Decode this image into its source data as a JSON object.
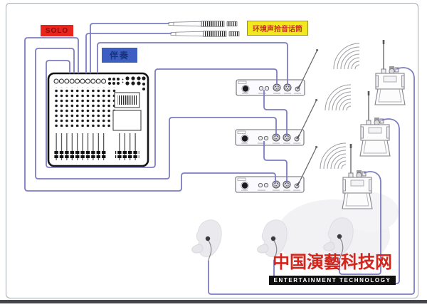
{
  "labels": {
    "solo": {
      "text": "SOLO",
      "bg": "#e8241d",
      "fg": "#7e1311"
    },
    "accompaniment": {
      "text": "伴奏",
      "bg": "#3c5fc1",
      "fg": "#16317d"
    },
    "ambient_mics": {
      "text": "环境声拾音话筒",
      "bg": "#f2e821",
      "fg": "#c53524",
      "border": "#9b8f1e"
    }
  },
  "logo": {
    "title": "中国演藝科技网",
    "subtitle": "ENTERTAINMENT TECHNOLOGY",
    "title_color": "#d3251c",
    "subtitle_bg": "#101010",
    "subtitle_fg": "#ffffff"
  },
  "diagram": {
    "cable_color": "#7d7dc3",
    "arc_color": "#9a9aa0",
    "device_outline": "#6a6a72",
    "counts": {
      "mixers": 1,
      "ambient_microphones": 2,
      "transmitters": 3,
      "bodypack_receivers": 3,
      "in_ear_monitors": 3,
      "wireless_signal_arcs": 3
    }
  }
}
